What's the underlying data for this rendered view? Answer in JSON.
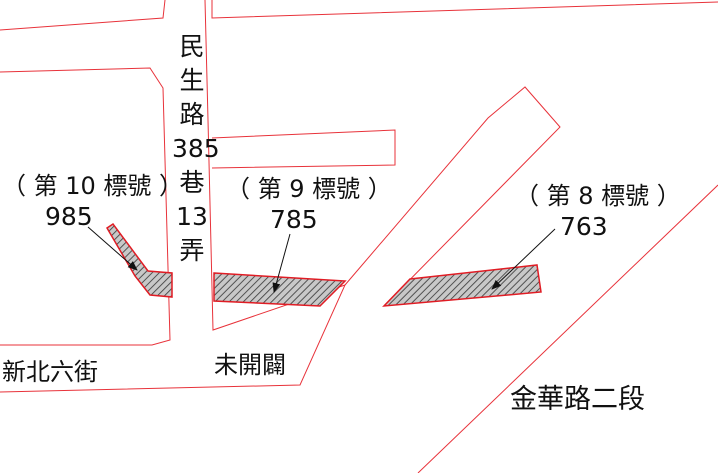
{
  "roads": {
    "minsheng_lane": [
      "民",
      "生",
      "路",
      "385",
      "巷",
      "13",
      "弄"
    ],
    "xinbei_6th_street": "新北六街",
    "unopened": "未開闢",
    "jinhua_road_sec2": "金華路二段"
  },
  "parcels": [
    {
      "label": "（ 第 10 標號 ）",
      "number": "985"
    },
    {
      "label": "（ 第 9 標號 ）",
      "number": "785"
    },
    {
      "label": "（ 第 8 標號 ）",
      "number": "763"
    }
  ],
  "colors": {
    "boundary": "#e8323a",
    "parcel_border": "#e01c24",
    "hatch": "#555555"
  }
}
